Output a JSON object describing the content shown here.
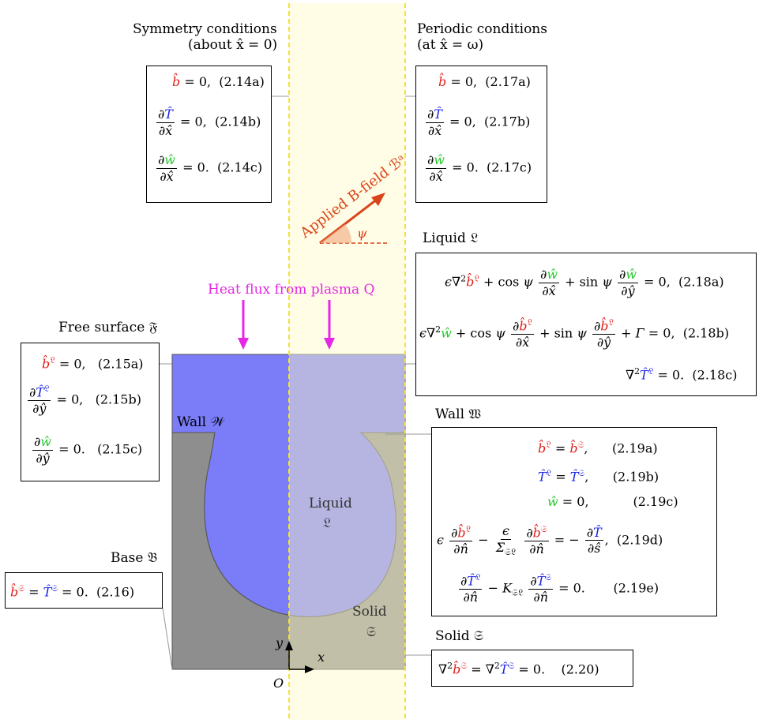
{
  "headings": {
    "symmetry_line1": "Symmetry conditions",
    "symmetry_line2": "(about x̂ = 0)",
    "periodic_line1": "Periodic conditions",
    "periodic_line2": "(at x̂ = ω)",
    "liquid": "Liquid 𝔏",
    "free_surface": "Free surface 𝔉",
    "wall_bc": "Wall 𝔚",
    "base": "Base 𝔅",
    "solid": "Solid 𝔖"
  },
  "diagram": {
    "applied_field": "Applied B-field ℬᵃ",
    "psi": "ψ",
    "heat_flux": "Heat flux from plasma Q",
    "wall_label": "Wall 𝒲",
    "liquid_label_1": "Liquid",
    "liquid_label_2": "𝔏",
    "solid_label_1": "Solid",
    "solid_label_2": "𝔖",
    "axis_y": "y",
    "axis_x": "x",
    "origin": "O"
  },
  "equations": {
    "e214a": "(2.14a)",
    "e214b": "(2.14b)",
    "e214c": "(2.14c)",
    "e217a": "(2.17a)",
    "e217b": "(2.17b)",
    "e217c": "(2.17c)",
    "e215a": "(2.15a)",
    "e215b": "(2.15b)",
    "e215c": "(2.15c)",
    "e216": "(2.16)",
    "e218a": "(2.18a)",
    "e218b": "(2.18b)",
    "e218c": "(2.18c)",
    "e219a": "(2.19a)",
    "e219b": "(2.19b)",
    "e219c": "(2.19c)",
    "e219d": "(2.19d)",
    "e219e": "(2.19e)",
    "e220": "(2.20)"
  },
  "colors": {
    "liquid": "#7a7cf8",
    "solid": "#8e8e8e",
    "periodic_strip": "#fffbc8",
    "strip_border": "#f2e33a",
    "field_arrow": "#d9451a",
    "heat_arrow": "#e528e5",
    "b_var": "#e0201b",
    "T_var": "#1a23e6",
    "w_var": "#22c92a"
  }
}
